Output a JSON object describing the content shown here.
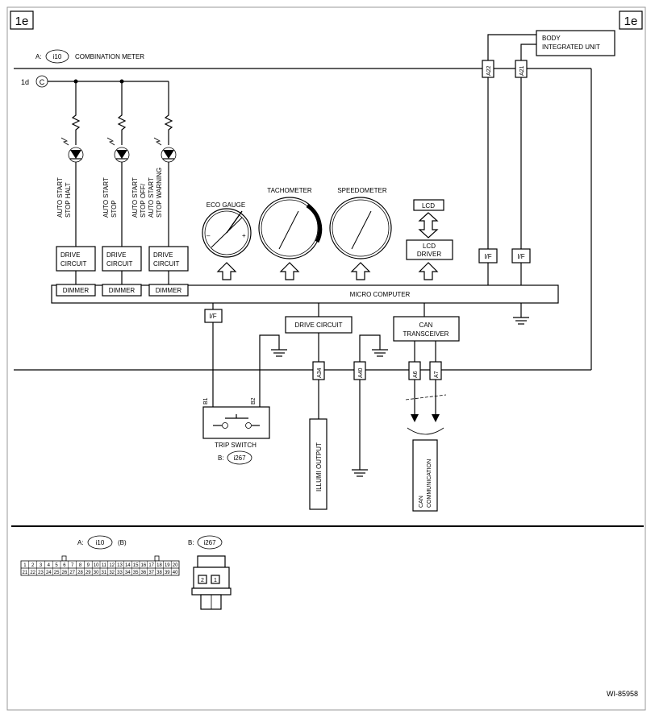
{
  "page_tags": {
    "left": "1e",
    "right": "1e"
  },
  "connector_a": {
    "prefix": "A:",
    "code": "i10",
    "name": "COMBINATION METER"
  },
  "body_unit": {
    "line1": "BODY",
    "line2": "INTEGRATED UNIT"
  },
  "pins": {
    "a22": "A22",
    "a21": "A21",
    "a34": "A34",
    "a40": "A40",
    "a6": "A6",
    "a7": "A7",
    "b1": "B1",
    "b2": "B2"
  },
  "ref_1d": {
    "label": "1d",
    "symbol": "C"
  },
  "indicators": [
    {
      "line1": "AUTO START",
      "line2": "STOP HALT",
      "line3": ""
    },
    {
      "line1": "AUTO START",
      "line2": "STOP",
      "line3": ""
    },
    {
      "line1": "AUTO START",
      "line2": "STOP OFF/",
      "line3": "AUTO START",
      "line4": "STOP WARNING"
    }
  ],
  "drive_circuit_boxes": [
    {
      "line1": "DRIVE",
      "line2": "CIRCUIT"
    },
    {
      "line1": "DRIVE",
      "line2": "CIRCUIT"
    },
    {
      "line1": "DRIVE",
      "line2": "CIRCUIT"
    }
  ],
  "dimmer_label": "DIMMER",
  "gauges": {
    "eco": "ECO GAUGE",
    "tacho": "TACHOMETER",
    "speedo": "SPEEDOMETER",
    "eco_minus": "–",
    "eco_plus": "+"
  },
  "lcd": {
    "label": "LCD",
    "driver_line1": "LCD",
    "driver_line2": "DRIVER"
  },
  "interface_label": "I/F",
  "micro_computer": "MICRO COMPUTER",
  "drive_circuit_center": "DRIVE CIRCUIT",
  "can_transceiver": {
    "line1": "CAN",
    "line2": "TRANSCEIVER"
  },
  "trip_switch": {
    "label": "TRIP SWITCH",
    "prefix": "B:",
    "code": "i267"
  },
  "illumi_output": "ILLUMI OUTPUT",
  "can_communication": {
    "line1": "CAN",
    "line2": "COMMUNICATION"
  },
  "connector_view_a": {
    "prefix": "A:",
    "code": "i10",
    "suffix": "(B)",
    "row1": [
      "1",
      "2",
      "3",
      "4",
      "5",
      "6",
      "7",
      "8",
      "9",
      "10",
      "11",
      "12",
      "13",
      "14",
      "15",
      "16",
      "17",
      "18",
      "19",
      "20"
    ],
    "row2": [
      "21",
      "22",
      "23",
      "24",
      "25",
      "26",
      "27",
      "28",
      "29",
      "30",
      "31",
      "32",
      "33",
      "34",
      "35",
      "36",
      "37",
      "38",
      "39",
      "40"
    ]
  },
  "connector_view_b": {
    "prefix": "B:",
    "code": "i267",
    "pins": [
      "2",
      "1"
    ]
  },
  "figure_id": "WI-85958"
}
